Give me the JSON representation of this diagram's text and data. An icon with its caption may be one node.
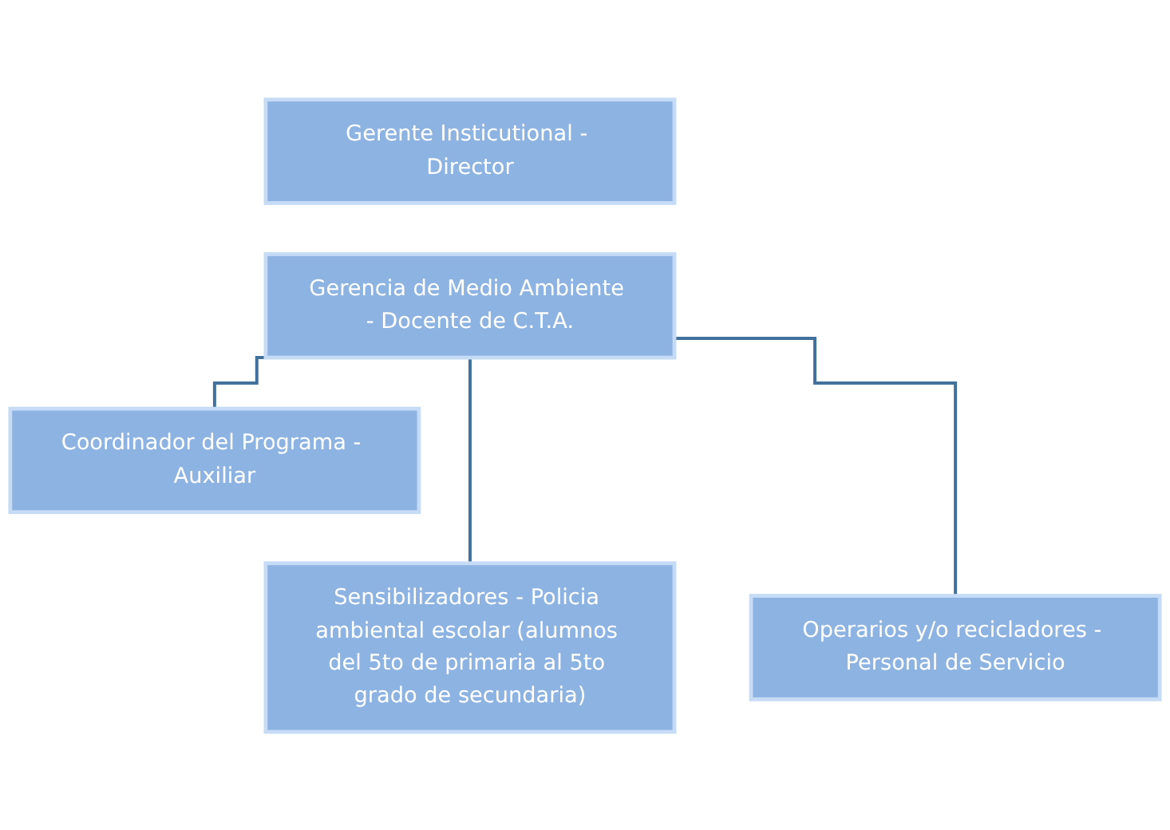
{
  "diagram": {
    "nodes": [
      {
        "text": [
          "Gerente Insticutional - Director"
        ]
      },
      {
        "text": [
          "Gerencia de Medio Ambiente - Docente de C.T.A."
        ]
      },
      {
        "text": [
          "Coordinador del Programa - Auxiliar"
        ]
      },
      {
        "text": [
          "Sensibilizadores - Policia ambiental escolar (alumnos del 5to de primaria al 5to grado de secundaria)"
        ]
      },
      {
        "text": [
          "Operarios y/o recicladores - Personal de Servicio"
        ]
      }
    ],
    "edges": [
      {
        "from": 1,
        "to": 2,
        "arrow": "none"
      },
      {
        "from": 1,
        "to": 3,
        "arrow": "none"
      },
      {
        "from": 1,
        "to": 4,
        "arrow": "none"
      }
    ]
  }
}
